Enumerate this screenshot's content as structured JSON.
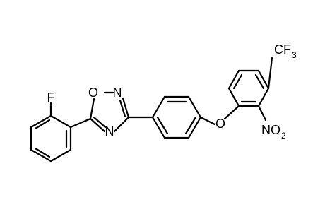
{
  "molecule": {
    "atoms": {
      "fluorine": "F",
      "ring_oxygen": "O",
      "ring_n2": "N",
      "ring_n4": "N",
      "ether_oxygen": "O",
      "cf3_main": "CF",
      "cf3_sub": "3",
      "no2_main": "NO",
      "no2_sub": "2"
    }
  }
}
